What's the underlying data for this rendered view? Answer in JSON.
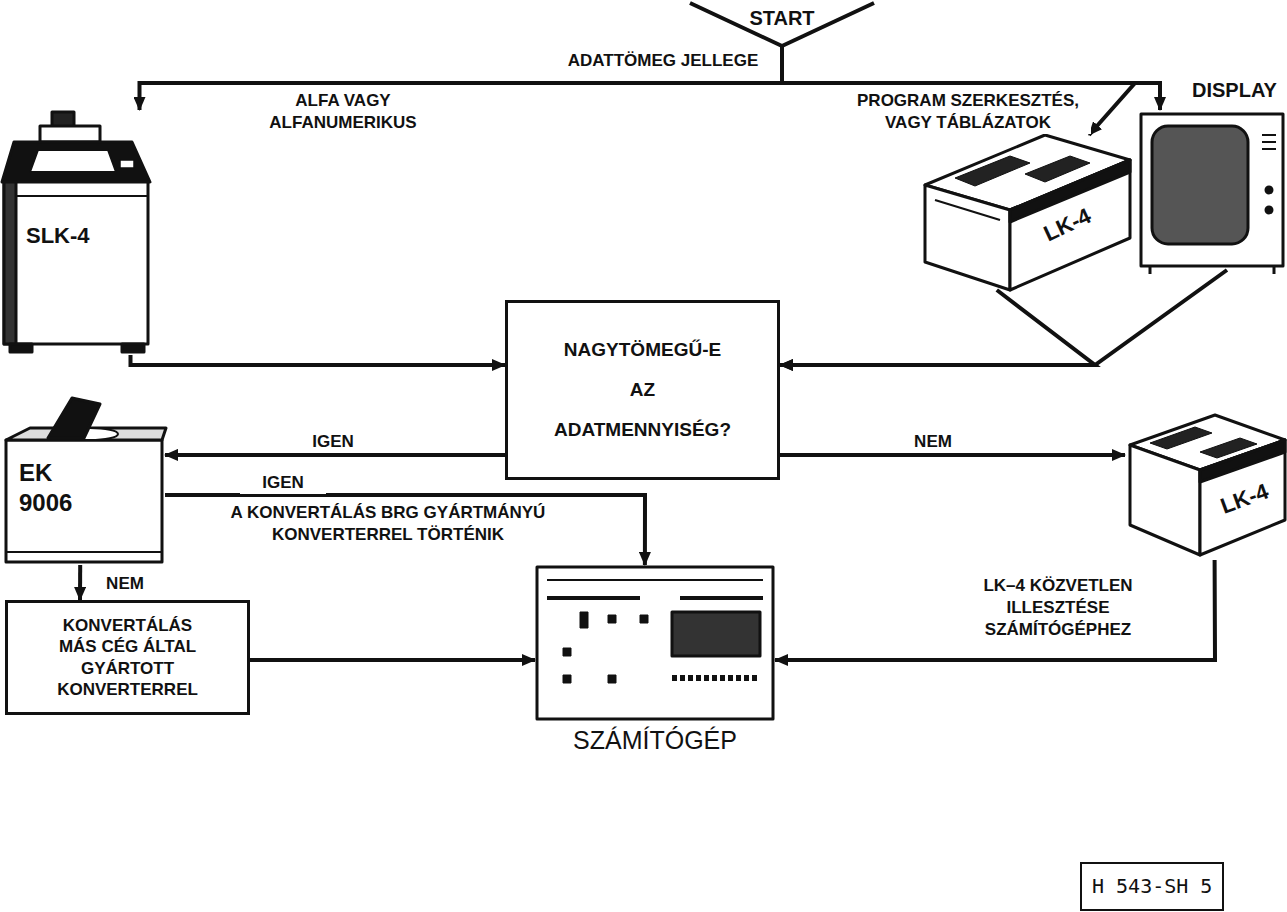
{
  "diagram": {
    "nodes": [
      {
        "text": [
          "START"
        ]
      },
      {
        "text": [
          "SLK-4"
        ]
      },
      {
        "text": [
          "LK-4"
        ]
      },
      {
        "text": [
          "DISPLAY"
        ]
      },
      {
        "text": [
          "NAGYTÖMEGŰ-E AZ ADATMENNYISÉG?"
        ]
      },
      {
        "text": [
          "EK 9006"
        ]
      },
      {
        "text": [
          "LK-4"
        ]
      },
      {
        "text": [
          "KONVERTÁLÁS MÁS CÉG ÁLTAL GYÁRTOTT KONVERTERREL"
        ]
      },
      {
        "text": [
          "SZÁMÍTÓGÉP"
        ]
      },
      {
        "text": [
          "H 543-SH 5"
        ]
      }
    ],
    "edges": [
      {
        "from": 0,
        "to": 1,
        "arrow": "to",
        "label": "ALFA VAGY ALFANUMERIKUS"
      },
      {
        "from": 0,
        "to": 2,
        "arrow": "to",
        "label": "PROGRAM SZERKESZTÉS, VAGY TÁBLÁZATOK"
      },
      {
        "from": 0,
        "to": 3,
        "arrow": "to"
      },
      {
        "from": 1,
        "to": 4,
        "arrow": "to"
      },
      {
        "from": 2,
        "to": 4,
        "arrow": "to"
      },
      {
        "from": 3,
        "to": 4,
        "arrow": "to"
      },
      {
        "from": 4,
        "to": 5,
        "arrow": "to",
        "label": "IGEN"
      },
      {
        "from": 4,
        "to": 6,
        "arrow": "to",
        "label": "NEM"
      },
      {
        "from": 5,
        "to": 8,
        "arrow": "to",
        "label": "IGEN"
      },
      {
        "from": 5,
        "to": 7,
        "arrow": "to",
        "label": "NEM"
      },
      {
        "from": 7,
        "to": 8,
        "arrow": "to"
      },
      {
        "from": 6,
        "to": 8,
        "arrow": "to",
        "label": "LK–4 KÖZVETLEN ILLESZTÉSE SZÁMÍTÓGÉPHEZ"
      }
    ],
    "labels": [
      "ADATTÖMEG JELLEGE",
      "A KONVERTÁLÁS BRG GYÁRTMÁNYÚ KONVERTERREL TÖRTÉNIK"
    ]
  }
}
